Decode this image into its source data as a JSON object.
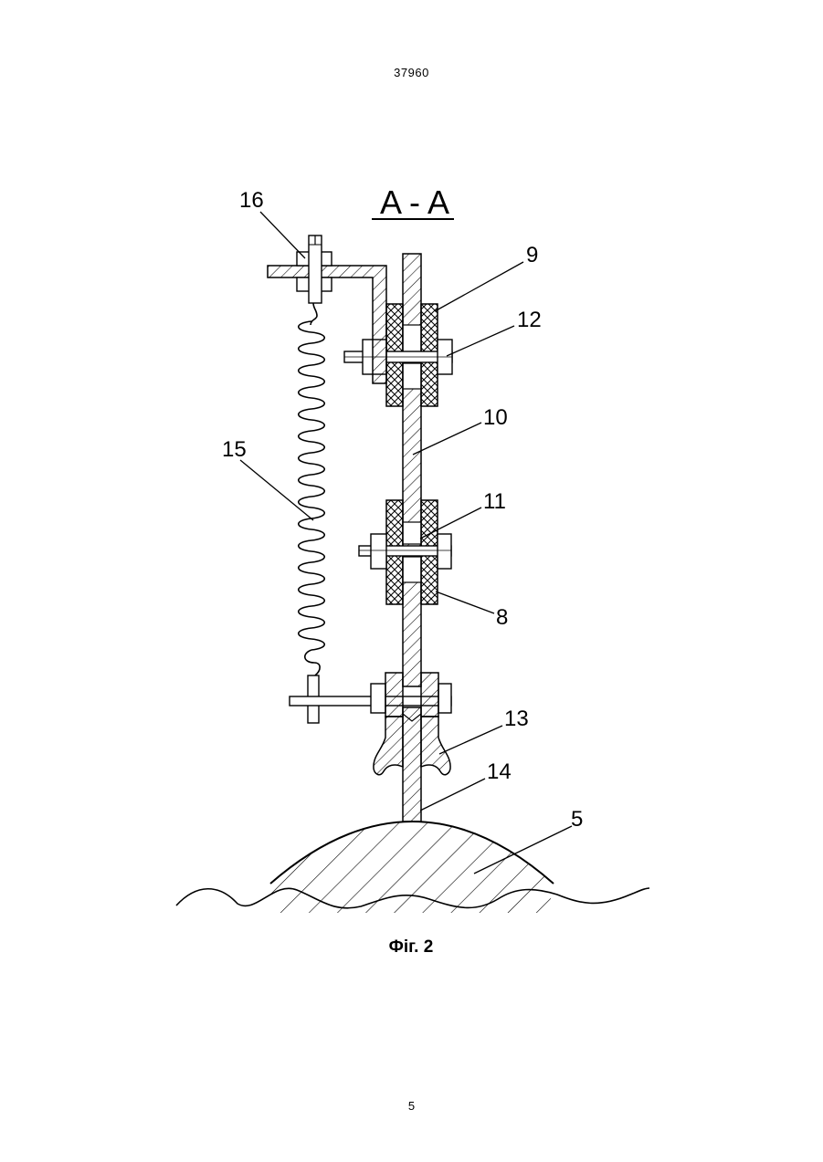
{
  "document": {
    "doc_number": "37960",
    "page_number": "5"
  },
  "figure": {
    "section_title": "A - A",
    "caption": "Фіг. 2",
    "callouts": {
      "c16": "16",
      "c9": "9",
      "c12": "12",
      "c10": "10",
      "c15": "15",
      "c11": "11",
      "c8": "8",
      "c13": "13",
      "c14": "14",
      "c5": "5"
    }
  }
}
